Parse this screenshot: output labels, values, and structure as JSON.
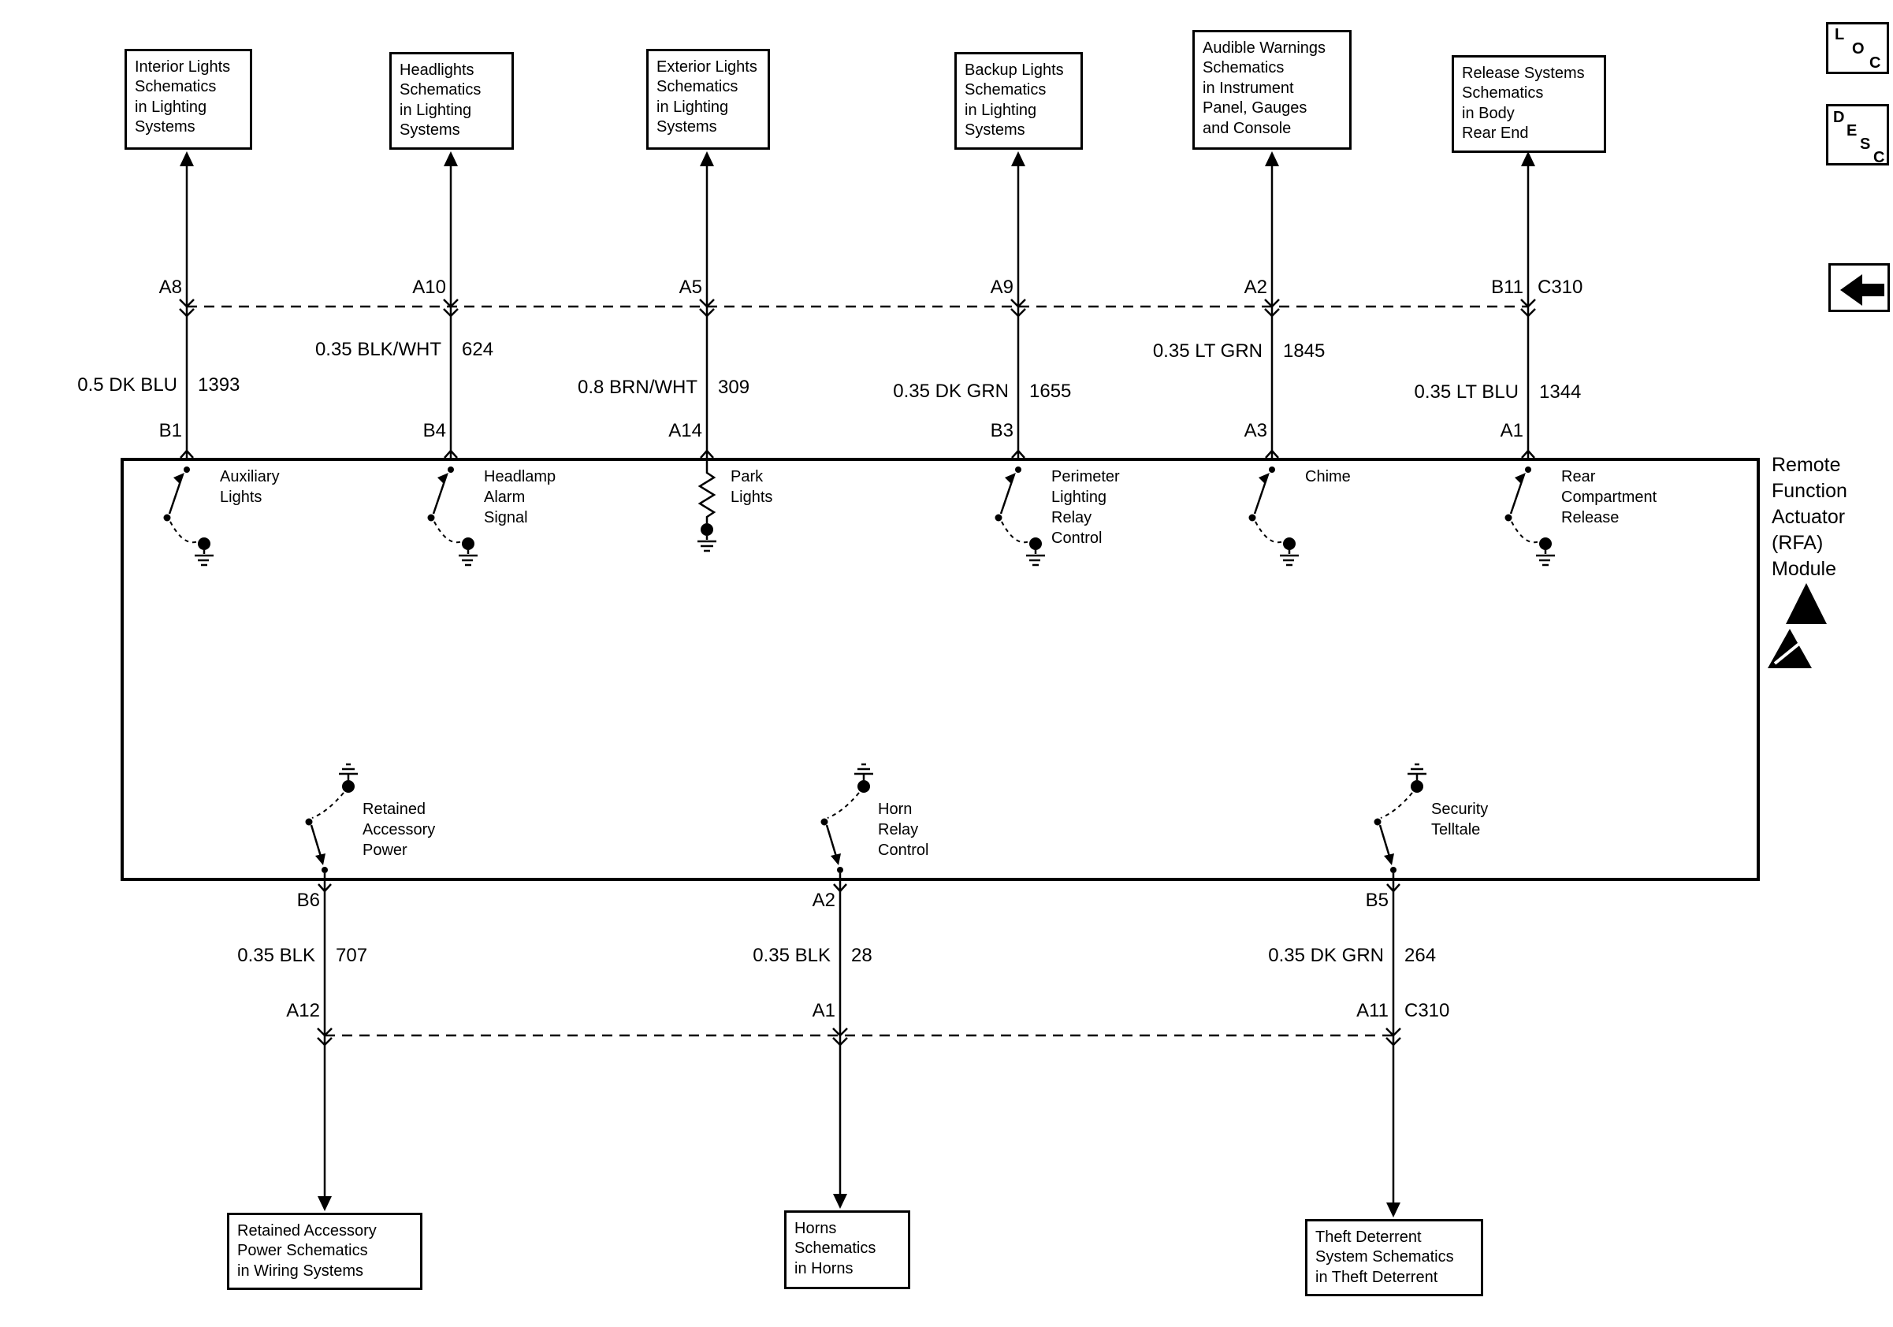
{
  "diagram": {
    "module_label": "Remote\nFunction\nActuator\n(RFA)\nModule",
    "top_connector_label": "C310",
    "bottom_connector_label": "C310"
  },
  "corner": {
    "loc": [
      "L",
      "O",
      "C"
    ],
    "desc": [
      "D",
      "E",
      "S",
      "C"
    ]
  },
  "top_circuits": [
    {
      "destination": "Interior Lights\nSchematics\nin Lighting\nSystems",
      "connector_pin": "A8",
      "wire_color": "0.5 DK BLU",
      "circuit_number": "1393",
      "module_pin": "B1",
      "function": "Auxiliary\nLights"
    },
    {
      "destination": "Headlights\nSchematics\nin Lighting\nSystems",
      "connector_pin": "A10",
      "wire_color": "0.35 BLK/WHT",
      "circuit_number": "624",
      "module_pin": "B4",
      "function": "Headlamp\nAlarm\nSignal"
    },
    {
      "destination": "Exterior Lights\nSchematics\nin Lighting\nSystems",
      "connector_pin": "A5",
      "wire_color": "0.8 BRN/WHT",
      "circuit_number": "309",
      "module_pin": "A14",
      "function": "Park\nLights"
    },
    {
      "destination": "Backup Lights\nSchematics\nin Lighting\nSystems",
      "connector_pin": "A9",
      "wire_color": "0.35 DK GRN",
      "circuit_number": "1655",
      "module_pin": "B3",
      "function": "Perimeter\nLighting\nRelay\nControl"
    },
    {
      "destination": "Audible Warnings\nSchematics\nin Instrument\nPanel, Gauges\nand Console",
      "connector_pin": "A2",
      "wire_color": "0.35 LT GRN",
      "circuit_number": "1845",
      "module_pin": "A3",
      "function": "Chime"
    },
    {
      "destination": "Release Systems\nSchematics\nin Body\nRear End",
      "connector_pin": "B11",
      "wire_color": "0.35 LT BLU",
      "circuit_number": "1344",
      "module_pin": "A1",
      "function": "Rear\nCompartment\nRelease"
    }
  ],
  "bottom_circuits": [
    {
      "module_pin": "B6",
      "wire_color": "0.35 BLK",
      "circuit_number": "707",
      "connector_pin": "A12",
      "function": "Retained\nAccessory\nPower",
      "destination": "Retained Accessory\nPower Schematics\nin Wiring Systems"
    },
    {
      "module_pin": "A2",
      "wire_color": "0.35 BLK",
      "circuit_number": "28",
      "connector_pin": "A1",
      "function": "Horn\nRelay\nControl",
      "destination": "Horns\nSchematics\nin Horns"
    },
    {
      "module_pin": "B5",
      "wire_color": "0.35 DK GRN",
      "circuit_number": "264",
      "connector_pin": "A11",
      "function": "Security\nTelltale",
      "destination": "Theft Deterrent\nSystem Schematics\nin Theft Deterrent"
    }
  ]
}
